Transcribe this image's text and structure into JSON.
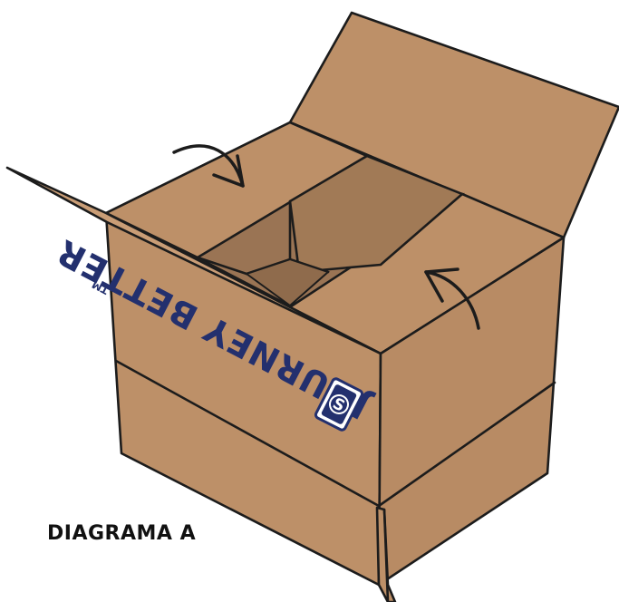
{
  "caption": "DIAGRAMA A",
  "brand": {
    "name": "JOURNEY BETTER",
    "trademark": "TM",
    "logo_letter": "S"
  },
  "colors": {
    "cardboard": "#bd9068",
    "cardboard_shadow": "#a17a56",
    "interior_dark": "#9a7454",
    "outline": "#1c1c1c",
    "brand_blue": "#23306e"
  },
  "icons": [
    "curved-arrow-icon",
    "curved-arrow-icon",
    "brand-logo-icon"
  ]
}
